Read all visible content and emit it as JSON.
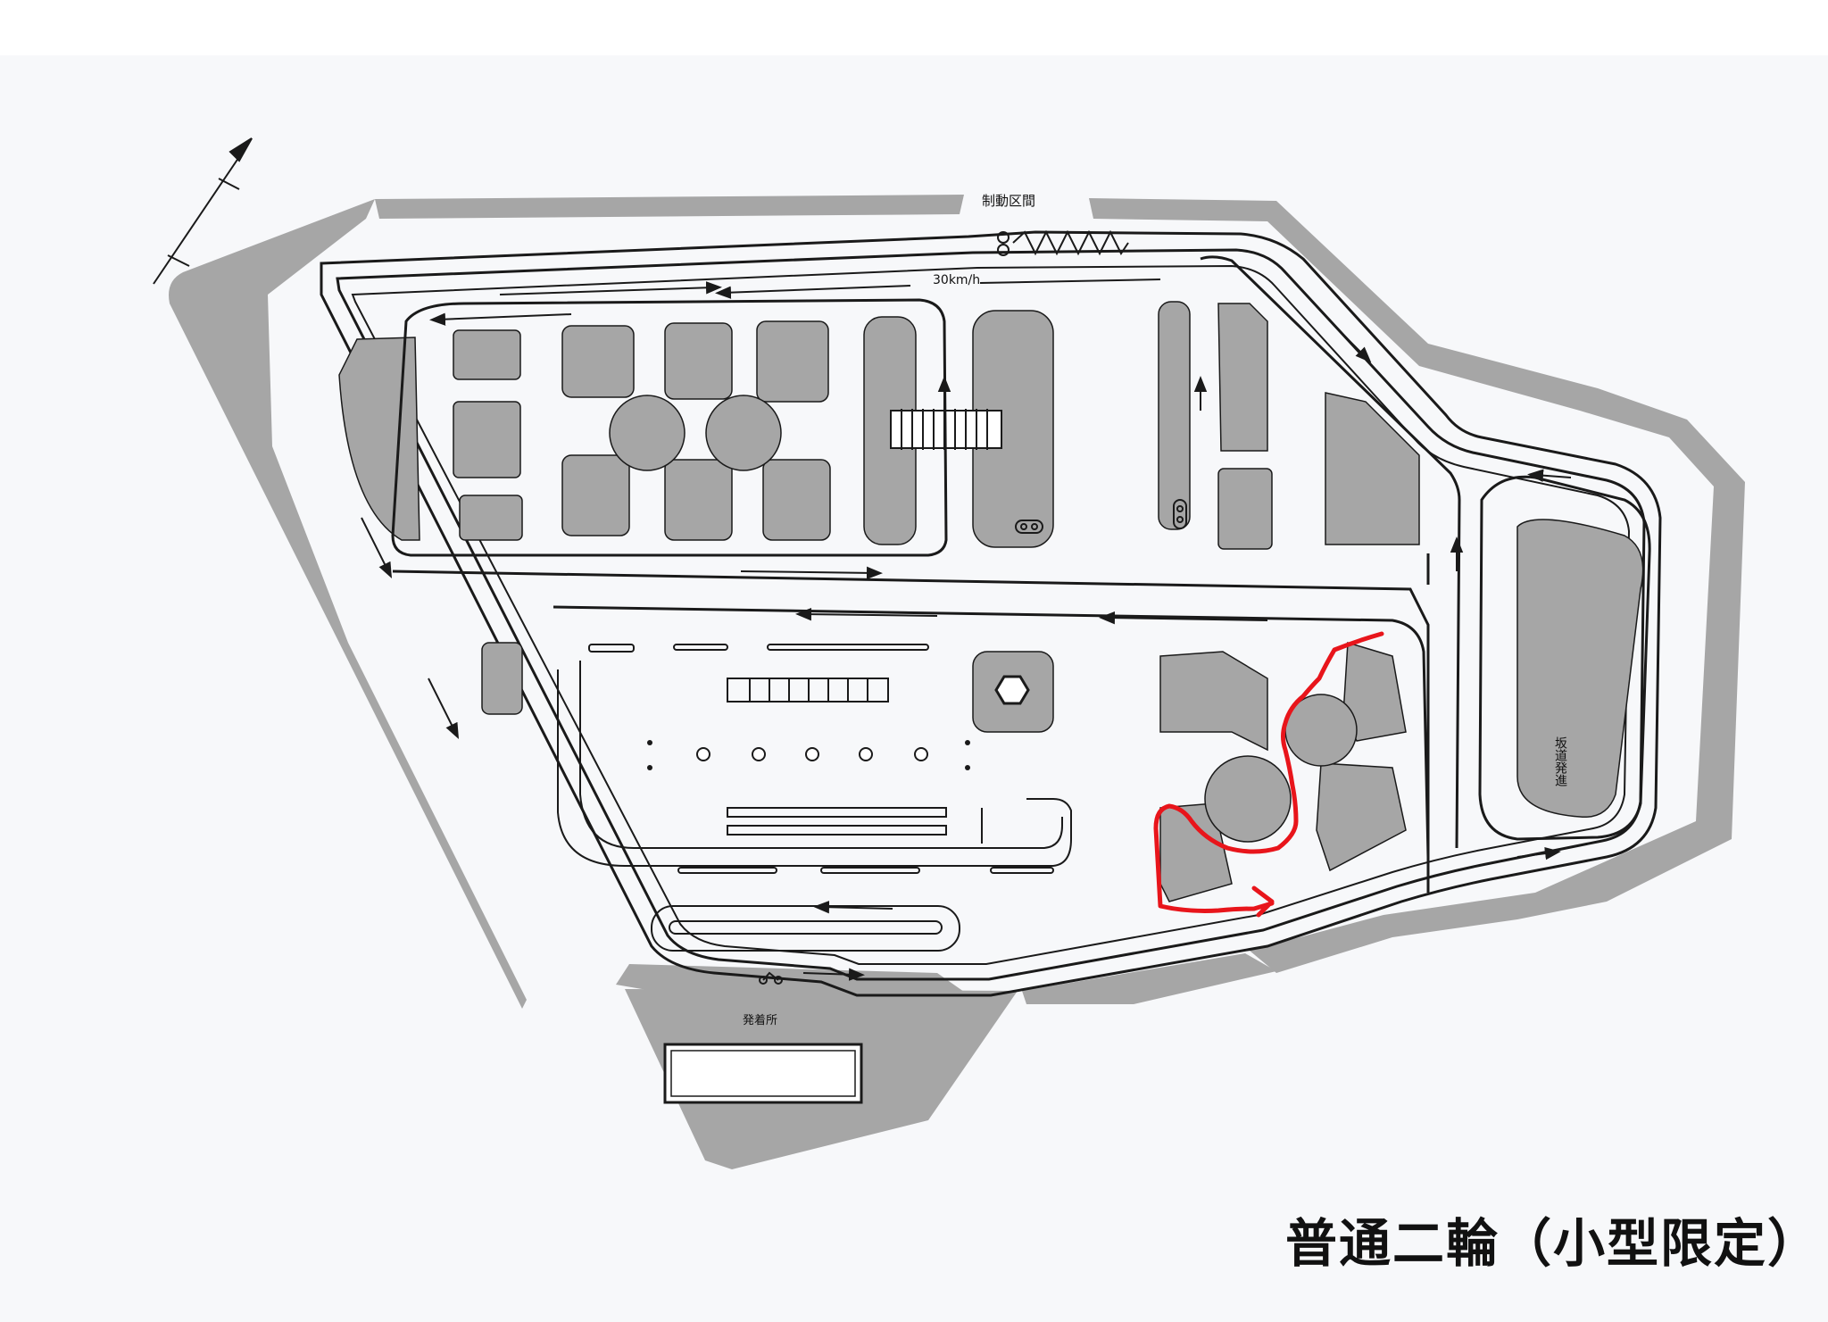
{
  "map": {
    "title": "普通二輪（小型限定）",
    "labels": {
      "braking_section": "制動区間",
      "speed_limit": "30km/h",
      "slope": "坂道発進",
      "start_point": "発着所"
    },
    "north_arrow_icon": "north-arrow-icon",
    "colors": {
      "road": "#ffffff",
      "grass": "#a6a6a6",
      "line": "#1a1a1a",
      "route": "#e8151b",
      "paper": "#f7f8fa"
    }
  }
}
